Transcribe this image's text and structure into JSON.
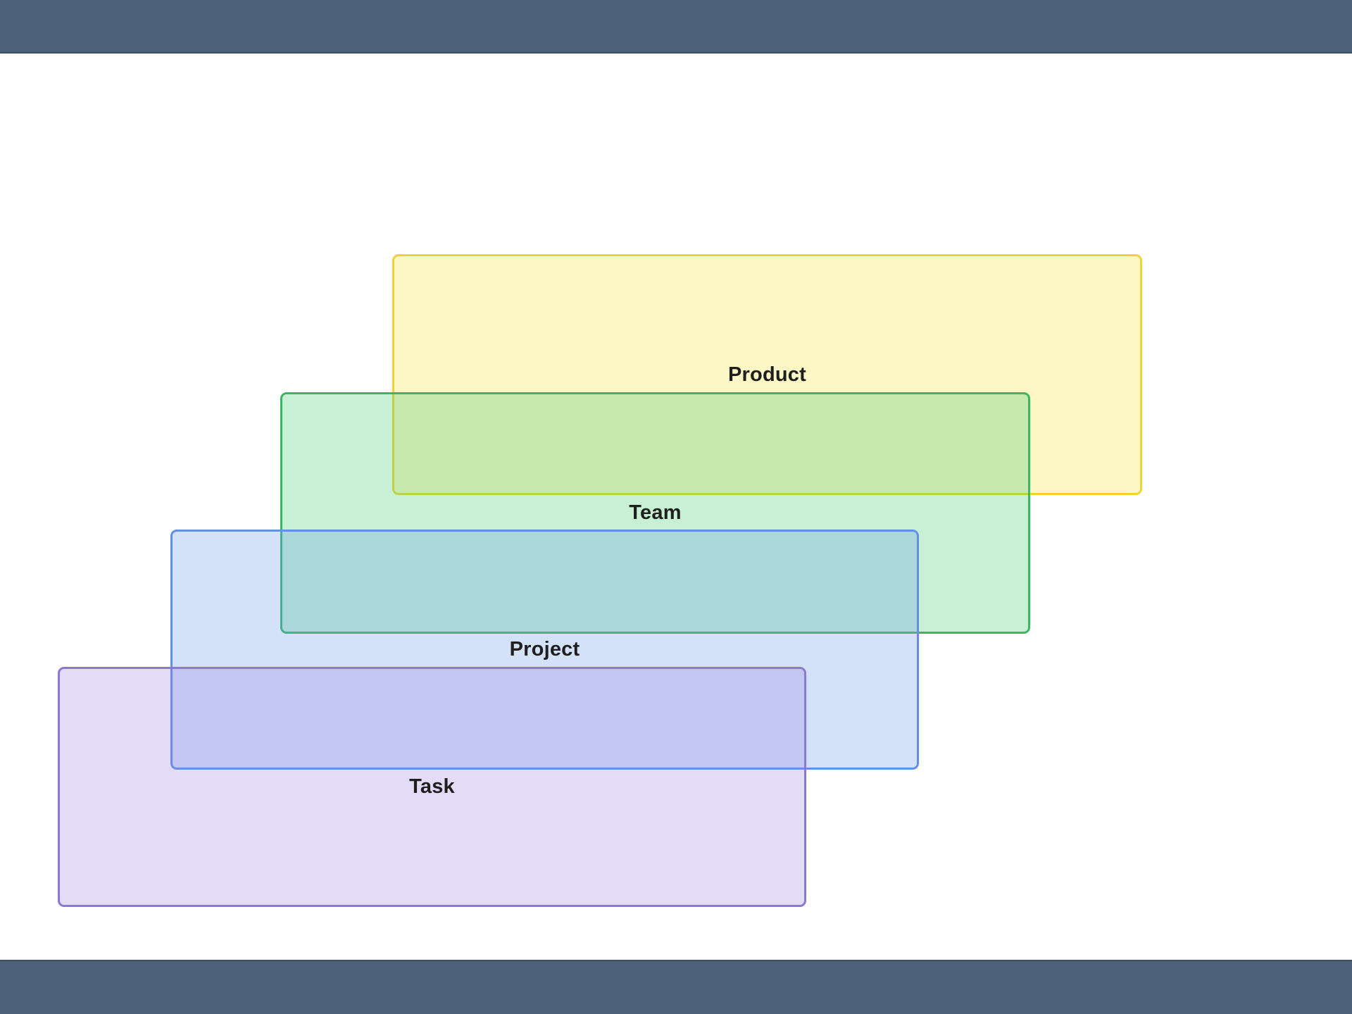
{
  "chrome": {
    "top_bar": {
      "color": "#4c6278"
    },
    "bottom_bar": {
      "color": "#4c6278"
    }
  },
  "diagram": {
    "text_color": "#1f1f1f",
    "boxes": [
      {
        "id": "product",
        "label": "Product",
        "fill": "rgba(250, 231, 102, 0.38)",
        "border": "#f0d232"
      },
      {
        "id": "team",
        "label": "Team",
        "fill": "rgba(83, 208, 121, 0.32)",
        "border": "#3bb664"
      },
      {
        "id": "project",
        "label": "Project",
        "fill": "rgba(108, 158, 232, 0.30)",
        "border": "#6191e2"
      },
      {
        "id": "task",
        "label": "Task",
        "fill": "rgba(151, 130, 226, 0.28)",
        "border": "#8b78d0"
      }
    ]
  }
}
